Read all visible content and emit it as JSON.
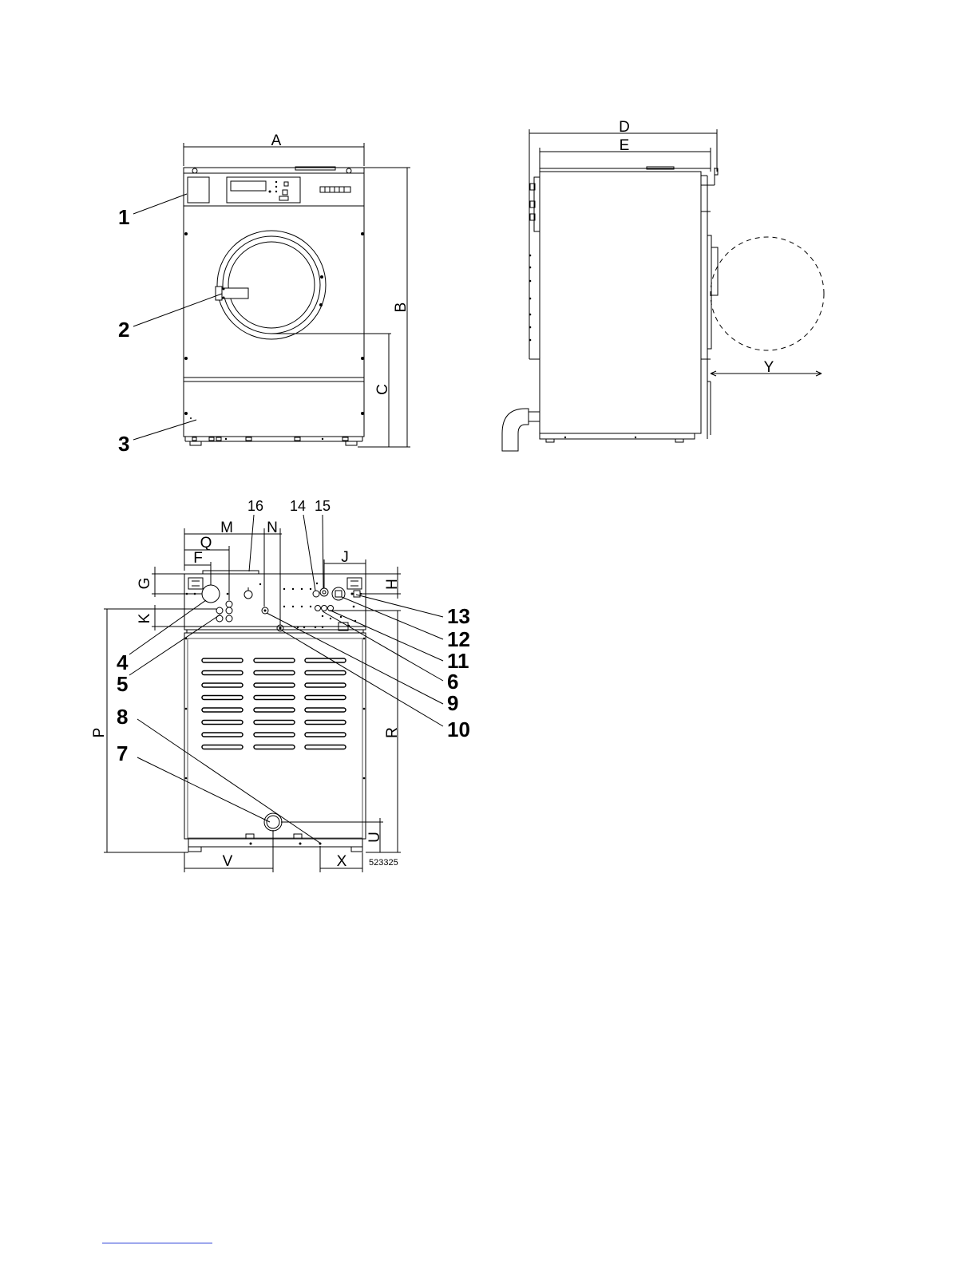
{
  "document": {
    "drawing_number": "523325"
  },
  "front_view": {
    "dimension_labels": {
      "width": "A",
      "height": "B",
      "door_center_height": "C"
    },
    "callouts": [
      "1",
      "2",
      "3"
    ]
  },
  "side_view": {
    "dimension_labels": {
      "overall_depth": "D",
      "cabinet_depth": "E",
      "door_swing": "Y"
    }
  },
  "rear_view": {
    "dimension_labels": {
      "F": "F",
      "G": "G",
      "H": "H",
      "J": "J",
      "K": "K",
      "M": "M",
      "N": "N",
      "P": "P",
      "Q": "Q",
      "R": "R",
      "U": "U",
      "V": "V",
      "X": "X"
    },
    "callouts_bold": [
      "4",
      "5",
      "6",
      "7",
      "8",
      "9",
      "10",
      "11",
      "12",
      "13"
    ],
    "callouts_plain": [
      "14",
      "15",
      "16"
    ]
  }
}
